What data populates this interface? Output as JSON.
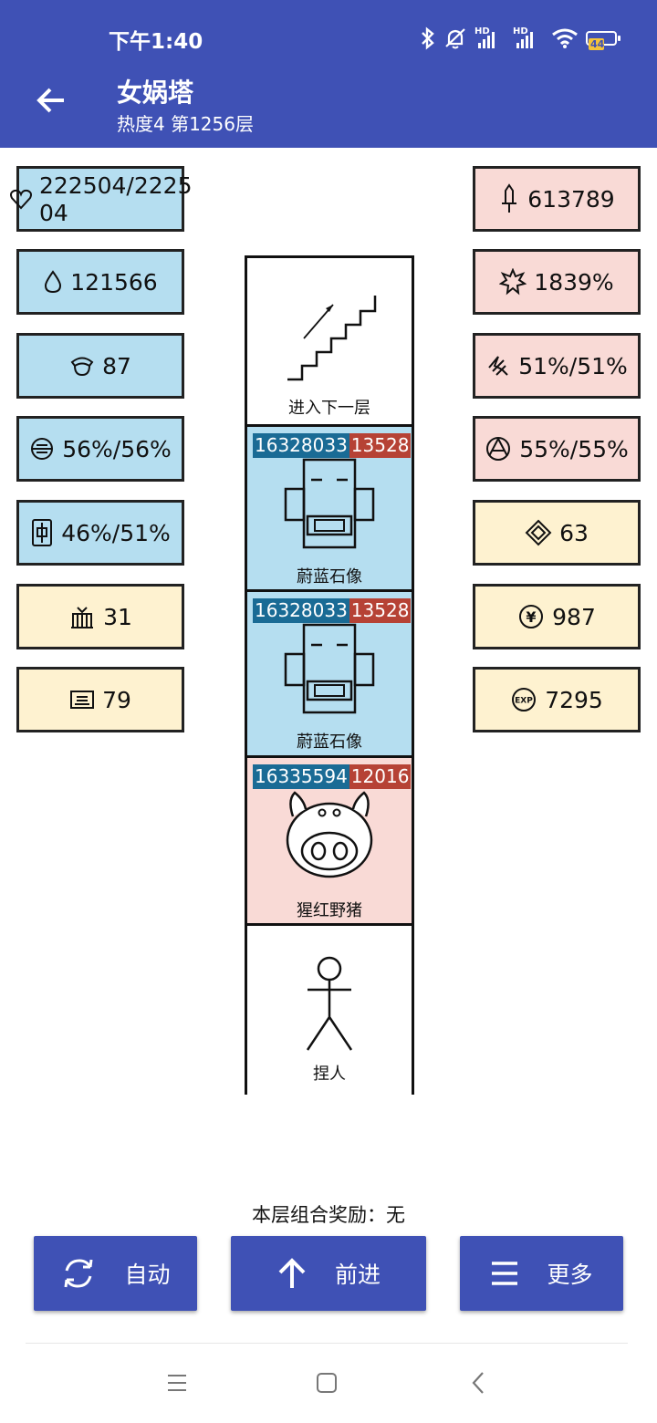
{
  "status_bar": {
    "time": "下午1:40",
    "battery": "44"
  },
  "header": {
    "title": "女娲塔",
    "subtitle": "热度4 第1256层"
  },
  "left_stats": [
    {
      "icon": "heart-icon",
      "value": "222504/222504"
    },
    {
      "icon": "drop-icon",
      "value": "121566"
    },
    {
      "icon": "helmet-icon",
      "value": "87"
    },
    {
      "icon": "eye-shield-icon",
      "value": "56%/56%"
    },
    {
      "icon": "phone-shield-icon",
      "value": "46%/51%"
    },
    {
      "icon": "castle-icon",
      "value": "31"
    },
    {
      "icon": "scroll-icon",
      "value": "79"
    }
  ],
  "right_stats": [
    {
      "icon": "sword-icon",
      "value": "613789"
    },
    {
      "icon": "burst-icon",
      "value": "1839%"
    },
    {
      "icon": "critical-icon",
      "value": "51%/51%"
    },
    {
      "icon": "pierce-icon",
      "value": "55%/55%"
    },
    {
      "icon": "diamond-icon",
      "value": "63"
    },
    {
      "icon": "yen-coin-icon",
      "value": "987"
    },
    {
      "icon": "exp-icon",
      "value": "7295"
    }
  ],
  "tower": {
    "stairs": {
      "label": "进入下一层"
    },
    "enemies": [
      {
        "hp": "16328033",
        "atk": "13528",
        "name": "蔚蓝石像",
        "color": "#b5def0"
      },
      {
        "hp": "16328033",
        "atk": "13528",
        "name": "蔚蓝石像",
        "color": "#b5def0"
      },
      {
        "hp": "16335594",
        "atk": "12016",
        "name": "猩红野猪",
        "color": "#f9dad6"
      }
    ],
    "player": {
      "label": "捏人"
    }
  },
  "reward": {
    "text": "本层组合奖励：无"
  },
  "buttons": {
    "auto": "自动",
    "forward": "前进",
    "more": "更多"
  },
  "colors": {
    "primary": "#3f51b5",
    "blue_card": "#b5def0",
    "pink_card": "#f9dad6",
    "yellow_card": "#fef2d0",
    "hp_tag": "#1a6b95",
    "atk_tag": "#b64235"
  }
}
